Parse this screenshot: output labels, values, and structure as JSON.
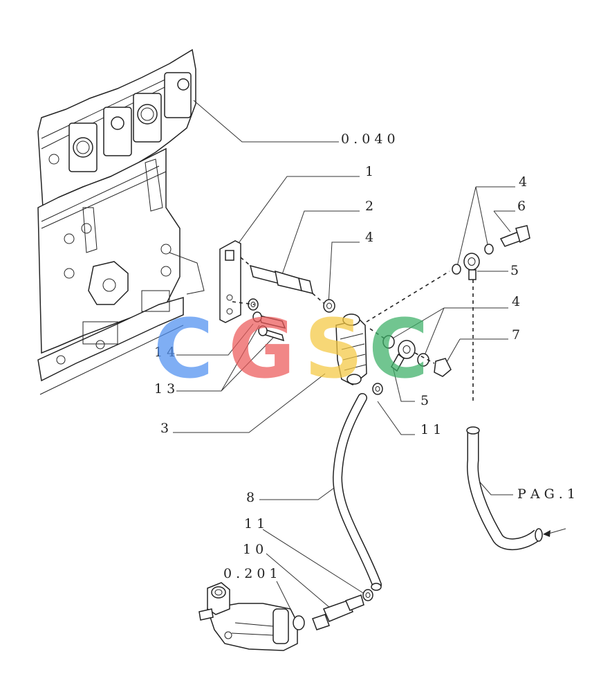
{
  "labels": {
    "ref_0040": "0 . 0 4 0",
    "n1": "1",
    "n2": "2",
    "n4a": "4",
    "n4b": "4",
    "n4c": "4",
    "n6": "6",
    "n5a": "5",
    "n5b": "5",
    "n7": "7",
    "n14": "1 4",
    "n13": "1 3",
    "n3": "3",
    "n11a": "1 1",
    "n8": "8",
    "n11b": "1 1",
    "n10": "1 0",
    "ref_0201": "0 . 2 0 1",
    "pag": "P A G . 1"
  },
  "watermark": {
    "letters": [
      "C",
      "G",
      "S",
      "C"
    ],
    "colors": [
      "#4f8ff0",
      "#ec5a5a",
      "#f5c842",
      "#3bb066"
    ]
  }
}
